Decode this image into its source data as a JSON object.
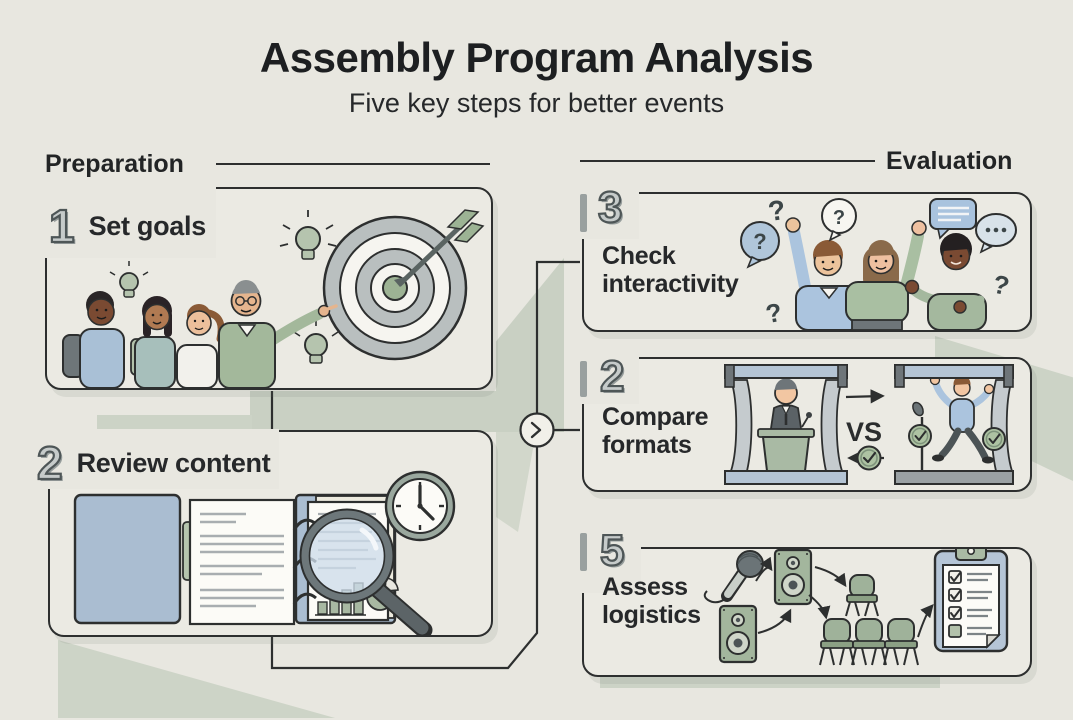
{
  "header": {
    "title": "Assembly Program Analysis",
    "subtitle": "Five key steps for better events"
  },
  "sections": {
    "left_label": "Preparation",
    "right_label": "Evaluation"
  },
  "steps": [
    {
      "number": "1",
      "label": "Set goals",
      "icons": [
        "students-group-icon",
        "teacher-pointing-icon",
        "lightbulb-icon",
        "target-arrow-icon"
      ]
    },
    {
      "number": "2",
      "label": "Review content",
      "icons": [
        "binder-documents-icon",
        "bar-chart-icon",
        "pie-chart-icon",
        "magnifying-glass-icon",
        "clock-icon"
      ]
    },
    {
      "number": "3",
      "label": "Check interactivity",
      "icons": [
        "audience-raised-hands-icon",
        "question-mark-icon",
        "speech-bubble-icon",
        "ellipsis-bubble-icon"
      ]
    },
    {
      "number": "2",
      "label": "Compare formats",
      "vs_label": "VS",
      "icons": [
        "podium-stage-icon",
        "casual-stage-icon",
        "check-badge-icon",
        "arrow-icon"
      ]
    },
    {
      "number": "5",
      "label": "Assess logistics",
      "icons": [
        "microphone-icon",
        "speaker-icon",
        "chair-icon",
        "chair-row-icon",
        "checklist-clipboard-icon",
        "flow-arrow-icon"
      ]
    }
  ],
  "connector": {
    "chevron_icon": "right-chevron"
  },
  "colors": {
    "background": "#e8e7e0",
    "panel": "#ebeae3",
    "outline": "#2d2f2f",
    "sage": "#c9d0c3",
    "sage_fill": "#a8b8a2",
    "blue_gray": "#aabdd1",
    "number_face": "#c6cbca",
    "number_edge": "#4e5657"
  }
}
